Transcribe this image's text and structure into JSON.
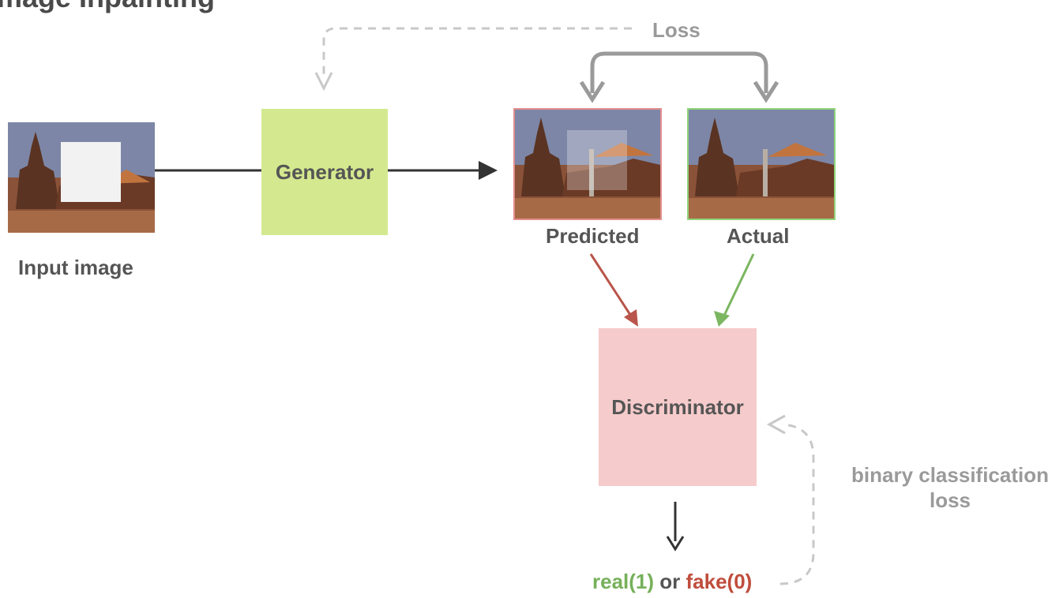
{
  "title": "Image Inpainting",
  "input_label": "Input image",
  "generator_label": "Generator",
  "predicted_label": "Predicted",
  "actual_label": "Actual",
  "loss_label": "Loss",
  "discriminator_label": "Discriminator",
  "binary_loss_label": "binary classification\nloss",
  "output": {
    "real": "real(1)",
    "or": "or",
    "fake": "fake(0)"
  },
  "colors": {
    "generator": "#d4e98f",
    "discriminator": "#f6cbcb",
    "predicted_border": "#e38e8e",
    "actual_border": "#8fd47a",
    "real": "#76b05a",
    "fake": "#c04d3c",
    "loss_arrow": "#9a9a9a"
  },
  "icons": [
    "temple-photo",
    "mask-square",
    "arrow-right",
    "arrow-down"
  ]
}
